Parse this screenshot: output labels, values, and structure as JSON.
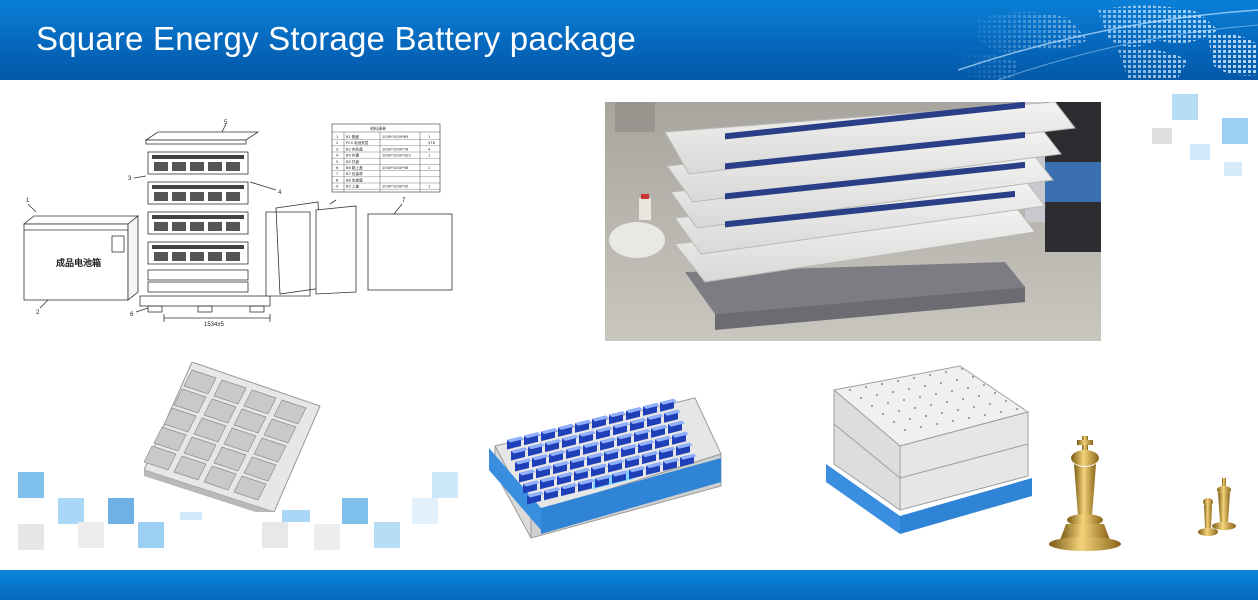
{
  "slide": {
    "title": "Square Energy Storage Battery package"
  },
  "drawing": {
    "box_label": "成品电池箱",
    "dimension_label": "1534±5",
    "callouts": [
      "1",
      "2",
      "3",
      "4",
      "5",
      "6",
      "7"
    ],
    "bom_table": {
      "title": "材料清单",
      "rows": [
        [
          "1",
          "B1 箱盖",
          "1030*1030*85",
          "1"
        ],
        [
          "2",
          "PCS 电池夹层",
          "",
          "378"
        ],
        [
          "3",
          "B2 内托盘",
          "1000*1000*78",
          "4"
        ],
        [
          "4",
          "B4 内罩",
          "1000*1030*320",
          "1"
        ],
        [
          "5",
          "B5 托盘",
          "",
          ""
        ],
        [
          "6",
          "B6 箱上盖",
          "1000*1000*58",
          "1"
        ],
        [
          "7",
          "B7 包装带",
          "",
          ""
        ],
        [
          "8",
          "B8 包装膜",
          "",
          ""
        ],
        [
          "9",
          "B3 上盖",
          "1030*1030*35",
          "1"
        ]
      ]
    }
  },
  "icons": {
    "world_map": "world-map-icon",
    "chess_king": "chess-king-icon",
    "chess_pieces": "chess-pieces-icon"
  },
  "colors": {
    "header_blue": "#0568bd",
    "pallet_blue": "#2f8fe0",
    "cell_blue": "#1f3fb8",
    "tray_gray": "#dcdcdc",
    "gold": "#c99a2e"
  }
}
